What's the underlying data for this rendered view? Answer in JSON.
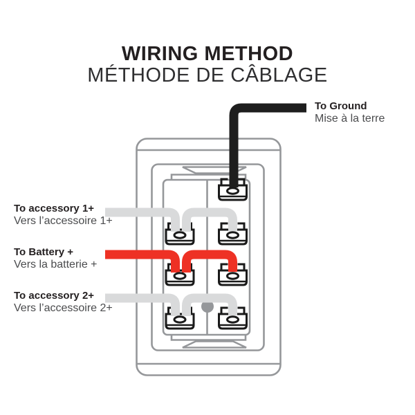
{
  "title": {
    "en": "WIRING METHOD",
    "fr": "MÉTHODE DE CÂBLAGE"
  },
  "labels": {
    "ground": {
      "en": "To Ground",
      "fr": "Mise à la terre"
    },
    "accessory1": {
      "en": "To accessory 1+",
      "fr": "Vers l’accessoire 1+"
    },
    "battery": {
      "en": "To Battery +",
      "fr": "Vers la batterie +"
    },
    "accessory2": {
      "en": "To accessory 2+",
      "fr": "Vers l’accessoire 2+"
    }
  },
  "colors": {
    "ink": "#231f20",
    "subtitle": "#2e2e30",
    "label_fr": "#4a4b4d",
    "outline": "#95979a",
    "wire_gray": "#d9dadb",
    "wire_red": "#ee3124",
    "wire_black": "#1e1e1e",
    "terminal": "#1a1a1a"
  },
  "wiring": [
    {
      "wire": "ground",
      "color": "black",
      "connects_to": [
        "terminal-top-right"
      ]
    },
    {
      "wire": "accessory1",
      "color": "gray",
      "connects_to": [
        "terminal-row2-left",
        "terminal-row2-right"
      ]
    },
    {
      "wire": "battery",
      "color": "red",
      "connects_to": [
        "terminal-row3-left",
        "terminal-row3-right"
      ]
    },
    {
      "wire": "accessory2",
      "color": "gray",
      "connects_to": [
        "terminal-row4-left",
        "terminal-row4-right"
      ]
    }
  ]
}
